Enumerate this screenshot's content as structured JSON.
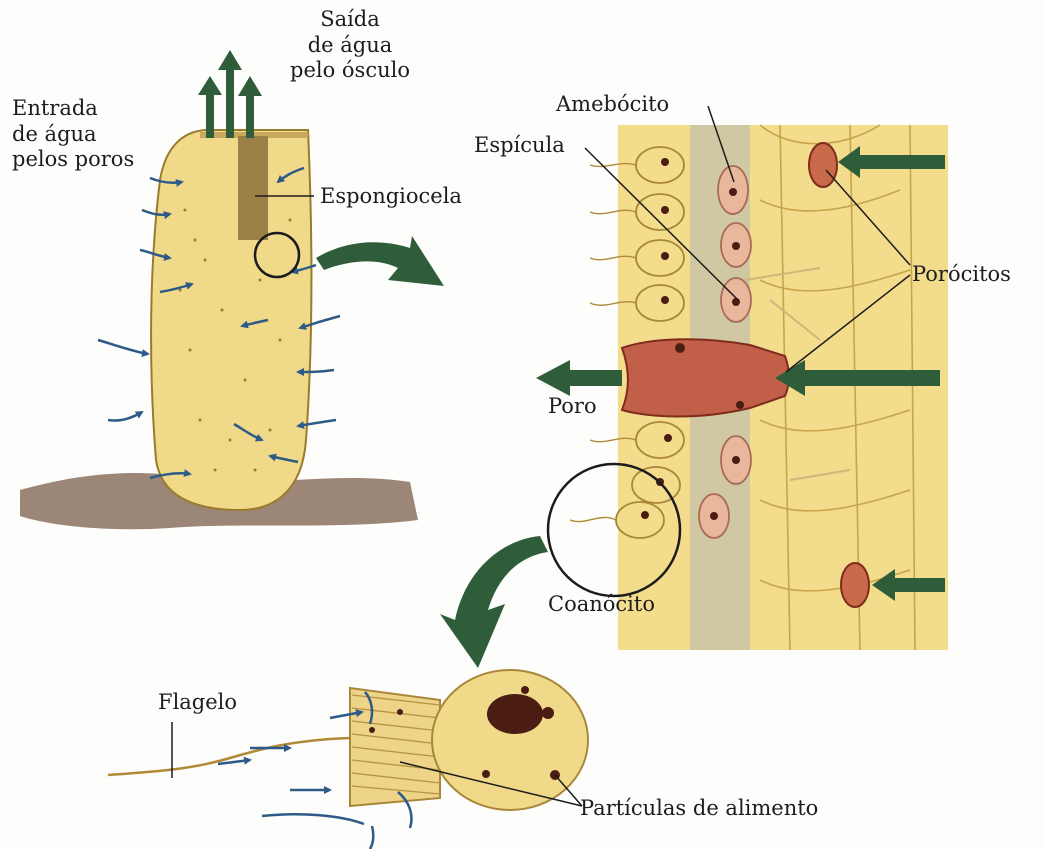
{
  "labels": {
    "saida": "Saída\nde água\npelo ósculo",
    "entrada": "Entrada\nde água\npelos poros",
    "espongiocela": "Espongiocela",
    "amebocito": "Amebócito",
    "espicula": "Espícula",
    "porocitos": "Porócitos",
    "poro": "Poro",
    "coanocito": "Coanócito",
    "flagelo": "Flagelo",
    "particulas": "Partículas de alimento"
  },
  "colors": {
    "sponge_body": "#f1d98a",
    "sponge_outline": "#9a7b2e",
    "spongocoel": "#9b8048",
    "ground": "#8a715f",
    "arrow_green": "#2f5d3a",
    "water_flow": "#2d5a86",
    "cell_yellow": "#f3dc8c",
    "cell_pink": "#e9b79b",
    "nucleus": "#4a1c12",
    "porocyte": "#c96b4b",
    "pore_tube": "#c25f48"
  }
}
